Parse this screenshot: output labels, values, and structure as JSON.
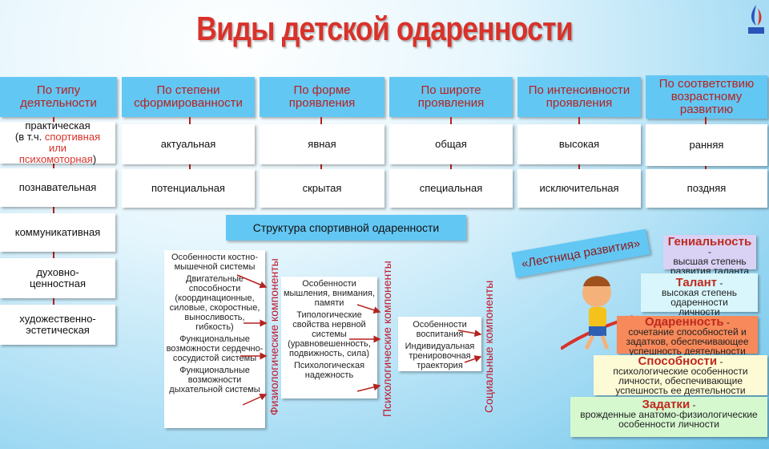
{
  "title": "Виды детской одаренности",
  "columns": [
    {
      "header": "По типу деятельности"
    },
    {
      "header": "По степени сформированности",
      "items": [
        "актуальная",
        "потенциальная"
      ]
    },
    {
      "header": "По форме проявления",
      "items": [
        "явная",
        "скрытая"
      ]
    },
    {
      "header": "По широте проявления",
      "items": [
        "общая",
        "специальная"
      ]
    },
    {
      "header": "По интенсивности проявления",
      "items": [
        "высокая",
        "исключительная"
      ]
    },
    {
      "header": "По соответствию возрастному развитию",
      "items": [
        "ранняя",
        "поздняя"
      ]
    }
  ],
  "activity": {
    "practical": "практическая",
    "open": "(в т.ч. ",
    "sport": "спортивная",
    "or": "или",
    "psycho": "психомоторная",
    "close": ")",
    "items": [
      "познавательная",
      "коммуникативная",
      "духовно-ценностная",
      "художественно-эстетическая"
    ]
  },
  "structure": {
    "title": "Структура спортивной  одаренности",
    "physio": {
      "label": "Физиологические компоненты",
      "items": [
        "Особенности костно-мышечной системы",
        "Двигательные способности (координационные, силовые, скоростные, выносливость, гибкость)",
        "Функциональные возможности сердечно-сосудистой системы",
        "Функциональные возможности дыхательной системы"
      ]
    },
    "psych": {
      "label": "Психологические компоненты",
      "items": [
        "Особенности мышления, внимания, памяти",
        "Типологические свойства нервной системы (уравновешенность, подвижность, сила)",
        "Психологическая надежность"
      ]
    },
    "social": {
      "label": "Социальные компоненты",
      "items": [
        "Особенности воспитания",
        "Индивидуальная тренировочная траектория"
      ]
    }
  },
  "ladder": {
    "title": "«Лестница развития»",
    "steps": [
      {
        "term": "Гениальность",
        "desc": "высшая степень развития таланта",
        "color": "#d9d2f5"
      },
      {
        "term": "Талант",
        "desc": "высокая степень одаренности личности",
        "color": "#d8f6fb"
      },
      {
        "term": "Одаренность",
        "desc": "сочетание способностей и задатков, обеспечивающее успешность деятельности",
        "color": "#f7895a"
      },
      {
        "term": "Способности",
        "desc": "психологические особенности личности, обеспечивающие успешность ее деятельности",
        "color": "#fdfbd6"
      },
      {
        "term": "Задатки",
        "desc": "врожденные анатомо-физиологические особенности личности",
        "color": "#d5f8cf"
      }
    ],
    "dash": " -"
  }
}
